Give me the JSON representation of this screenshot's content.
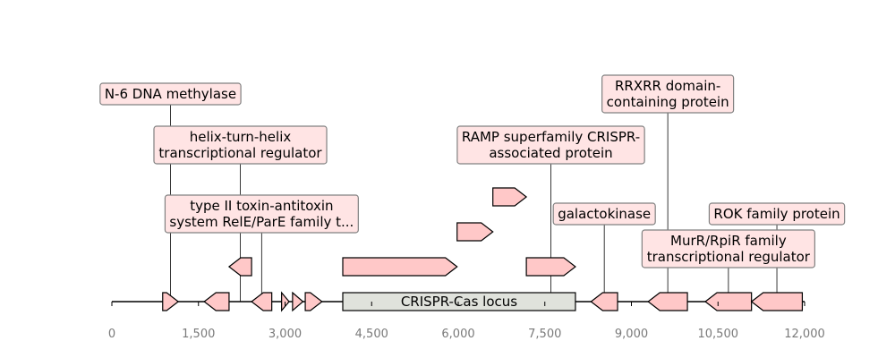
{
  "chart_data": {
    "type": "gene-map",
    "xlim": [
      0,
      12000
    ],
    "x_ticks": [
      0,
      1500,
      3000,
      4500,
      6000,
      7500,
      9000,
      10500,
      12000
    ],
    "x_tick_labels": [
      "0",
      "1,500",
      "3,000",
      "4,500",
      "6,000",
      "7,500",
      "9,000",
      "10,500",
      "12,000"
    ],
    "colors": {
      "gene_fill": "#ffc8c8",
      "locus_fill": "#e0e2dc",
      "label_fill": "#ffe4e4",
      "label_border": "#808080",
      "axis": "#000000",
      "tick_text": "#7a7a7a"
    },
    "genes": [
      {
        "start": 880,
        "end": 1150,
        "strand": 1,
        "row": 0
      },
      {
        "start": 1600,
        "end": 2030,
        "strand": -1,
        "row": 0
      },
      {
        "start": 2030,
        "end": 2420,
        "strand": -1,
        "row": 1
      },
      {
        "start": 2420,
        "end": 2770,
        "strand": -1,
        "row": 0
      },
      {
        "start": 2940,
        "end": 3070,
        "strand": 1,
        "row": 0
      },
      {
        "start": 3130,
        "end": 3310,
        "strand": 1,
        "row": 0
      },
      {
        "start": 3350,
        "end": 3640,
        "strand": 1,
        "row": 0
      },
      {
        "start": 4000,
        "end": 5980,
        "strand": 1,
        "row": 1
      },
      {
        "start": 5980,
        "end": 6600,
        "strand": 1,
        "row": 2
      },
      {
        "start": 6600,
        "end": 7180,
        "strand": 1,
        "row": 3
      },
      {
        "start": 7180,
        "end": 8030,
        "strand": 1,
        "row": 1
      },
      {
        "start": 8300,
        "end": 8760,
        "strand": -1,
        "row": 0
      },
      {
        "start": 9290,
        "end": 9970,
        "strand": -1,
        "row": 0
      },
      {
        "start": 10280,
        "end": 11080,
        "strand": -1,
        "row": 0
      },
      {
        "start": 11080,
        "end": 11960,
        "strand": -1,
        "row": 0
      }
    ],
    "locus": {
      "start": 4000,
      "end": 8030,
      "label": "CRISPR-Cas locus"
    },
    "annotations": [
      {
        "x": 1015,
        "lines": [
          "N-6 DNA methylase"
        ],
        "level": "top"
      },
      {
        "x": 2225,
        "lines": [
          "helix-turn-helix",
          "transcriptional regulator"
        ],
        "level": "upper"
      },
      {
        "x": 2595,
        "lines": [
          "type II toxin-antitoxin",
          "system RelE/ParE family t..."
        ],
        "level": "middle"
      },
      {
        "x": 7605,
        "lines": [
          "RAMP superfamily CRISPR-",
          "associated protein"
        ],
        "level": "upper"
      },
      {
        "x": 8530,
        "lines": [
          "galactokinase"
        ],
        "level": "middle"
      },
      {
        "x": 9630,
        "lines": [
          "RRXRR domain-",
          "containing protein"
        ],
        "level": "top"
      },
      {
        "x": 10680,
        "lines": [
          "MurR/RpiR family",
          "transcriptional regulator"
        ],
        "level": "lower"
      },
      {
        "x": 11520,
        "lines": [
          "ROK family protein"
        ],
        "level": "middle"
      }
    ]
  }
}
